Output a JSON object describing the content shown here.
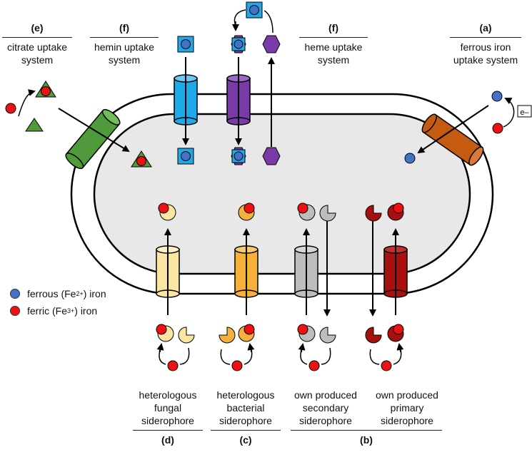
{
  "colors": {
    "ferrous": "#4472c4",
    "ferric": "#ee1111",
    "cell_fill": "#e8e8e8",
    "citrate": "#4f9a3a",
    "hemin": "#1ea9e8",
    "heme": "#7a3aa8",
    "ferrous_channel": "#c55a11",
    "fungal": "#fbe5a2",
    "bacterial": "#f6b13a",
    "secondary": "#bdbdbd",
    "primary": "#a81010"
  },
  "systems": {
    "e": {
      "letter": "(e)",
      "lines": [
        "citrate uptake",
        "system"
      ]
    },
    "f_hemin": {
      "letter": "(f)",
      "lines": [
        "hemin uptake",
        "system"
      ]
    },
    "f_heme": {
      "letter": "(f)",
      "lines": [
        "heme uptake",
        "system"
      ]
    },
    "a": {
      "letter": "(a)",
      "lines": [
        "ferrous iron",
        "uptake system"
      ]
    },
    "d": {
      "letter": "(d)",
      "lines": [
        "heterologous",
        "fungal",
        "siderophore"
      ]
    },
    "c": {
      "letter": "(c)",
      "lines": [
        "heterologous",
        "bacterial",
        "siderophore"
      ]
    },
    "b_secondary": {
      "lines": [
        "own produced",
        "secondary",
        "siderophore"
      ]
    },
    "b_primary": {
      "lines": [
        "own produced",
        "primary",
        "siderophore"
      ]
    },
    "b": {
      "letter": "(b)"
    }
  },
  "electron_label": "e–",
  "legend": {
    "ferrous": {
      "prefix": "ferrous (Fe",
      "sup": "2+",
      "suffix": ") iron"
    },
    "ferric": {
      "prefix": "ferric (Fe",
      "sup": "3+",
      "suffix": ") iron"
    }
  }
}
